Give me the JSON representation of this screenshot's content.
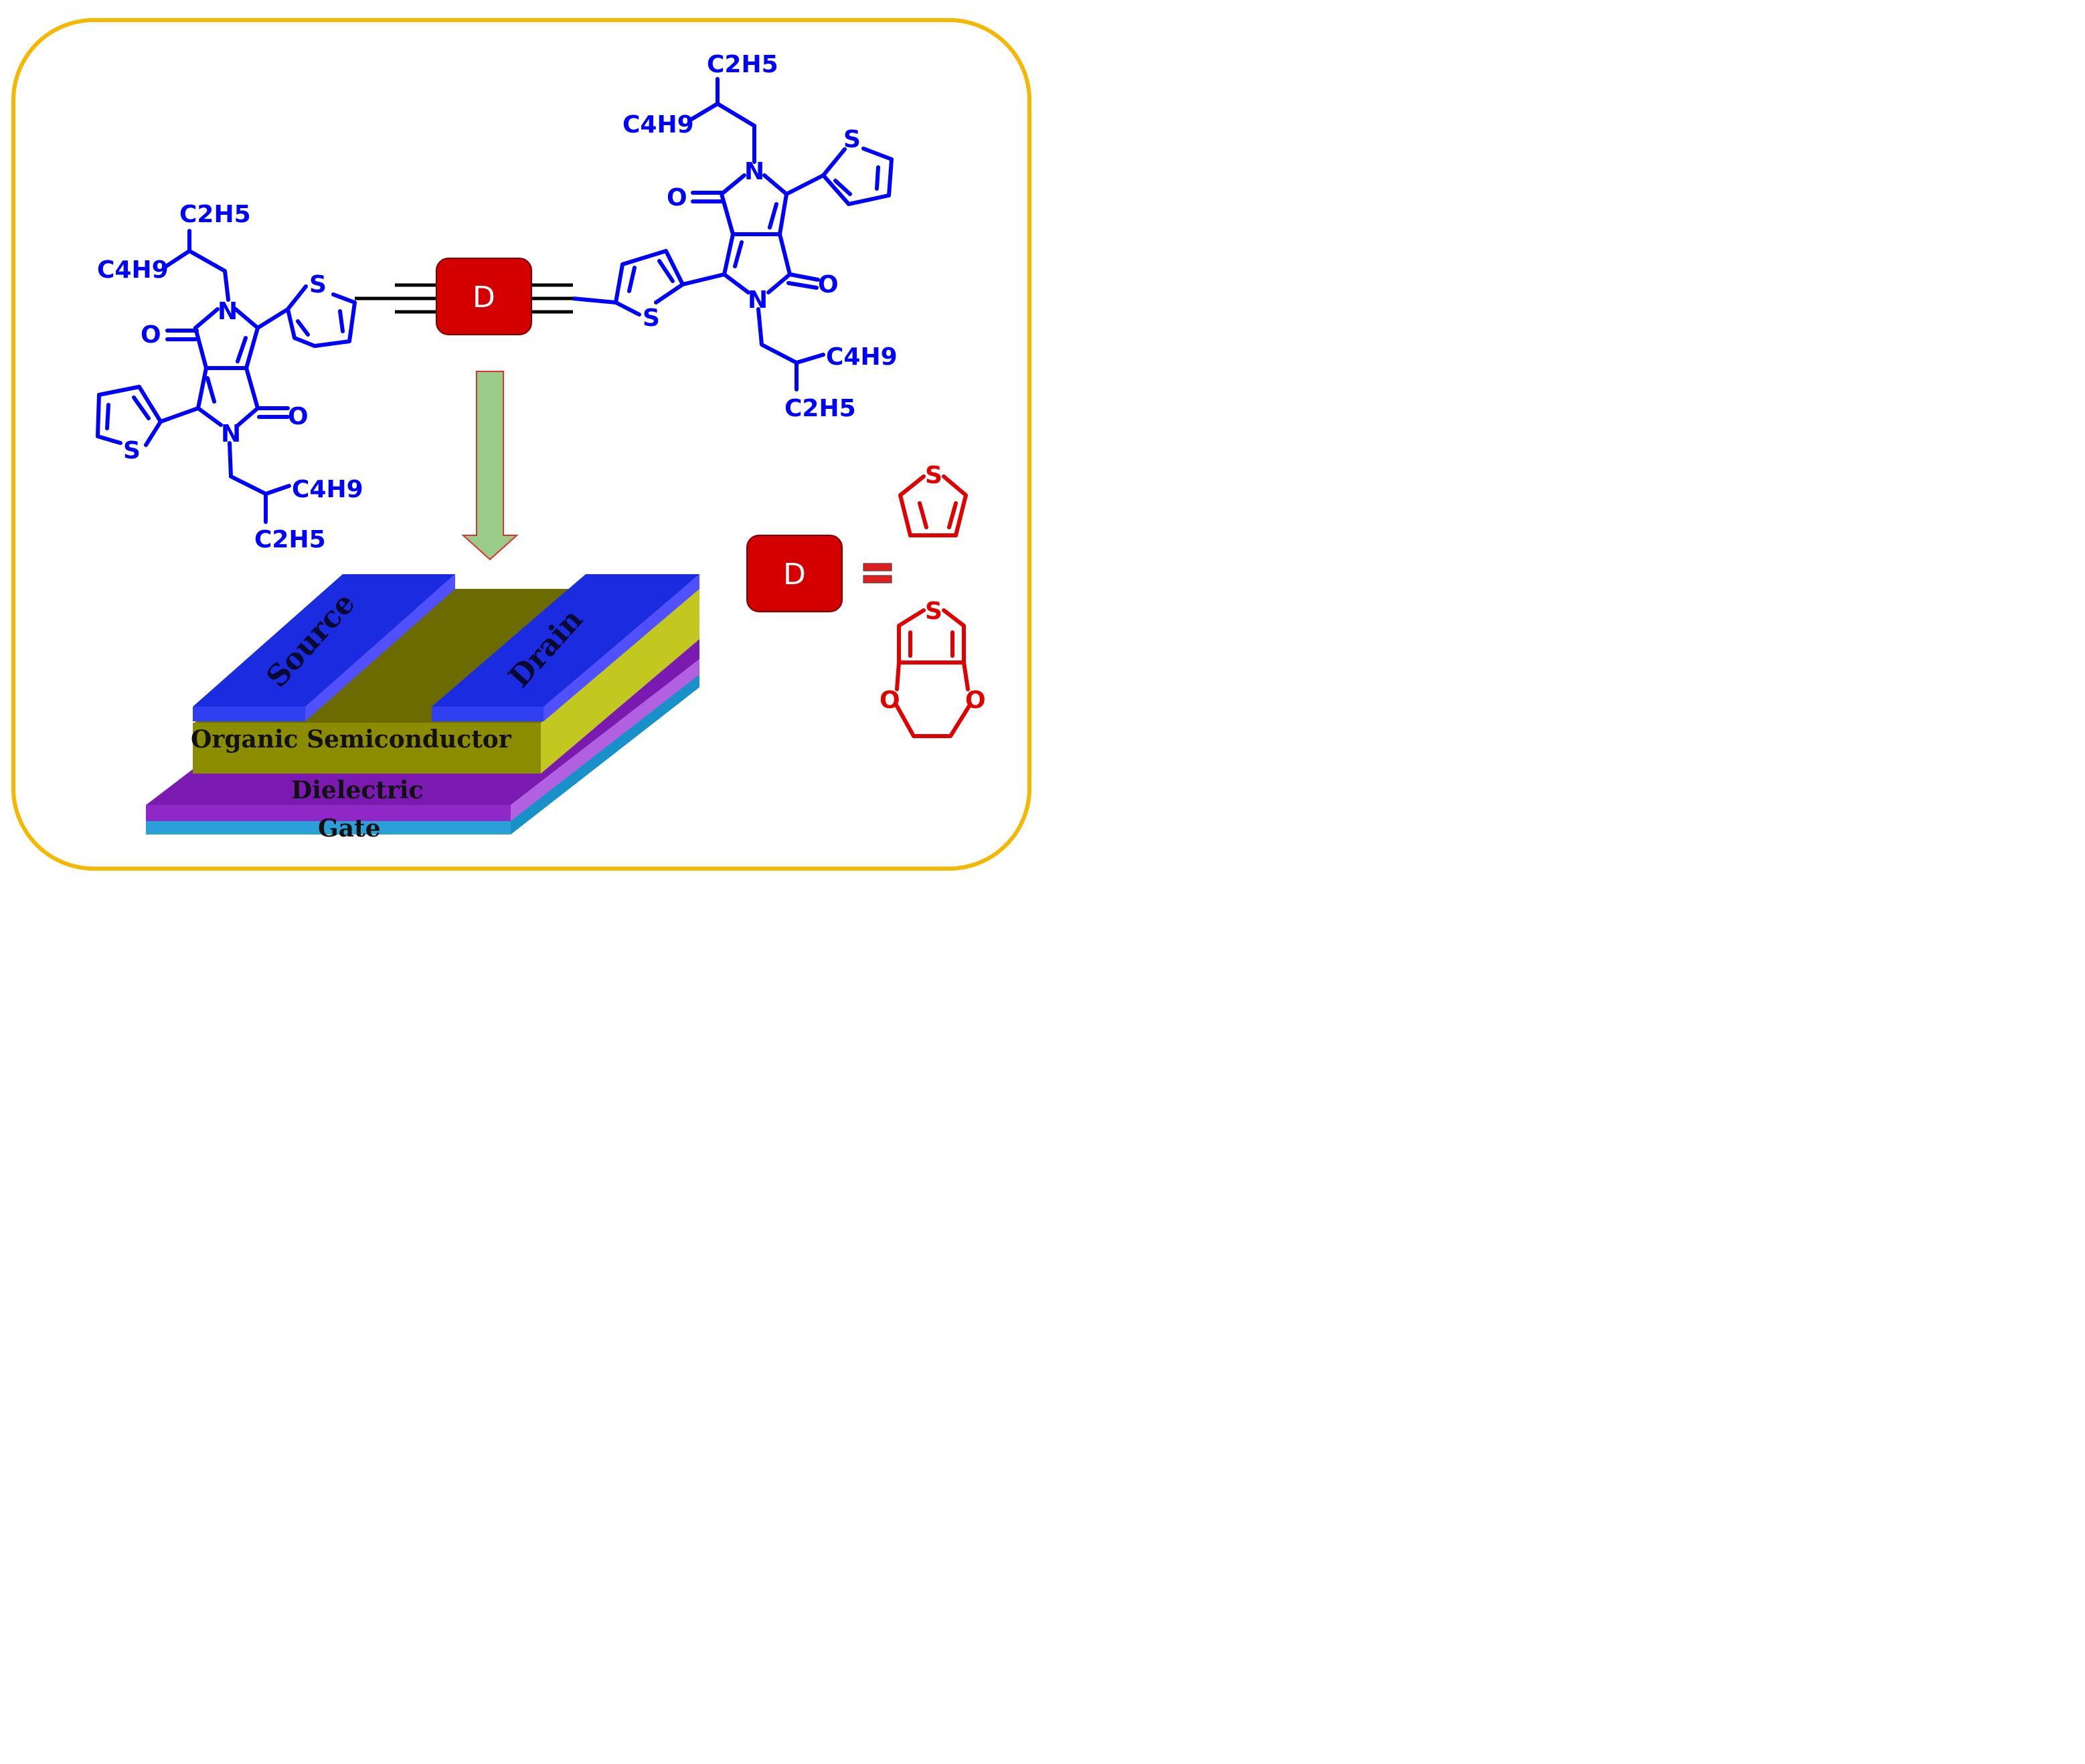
{
  "colors": {
    "frame": "#F5B800",
    "molecule": "#0000FF",
    "donor_box": "#D40000",
    "donor_ring": "#E00000",
    "arrow_fill": "#99CC88",
    "arrow_stroke": "#E03030",
    "electrode": "#1A2BE0",
    "semiconductor": "#8C8C00",
    "dielectric": "#8A20C0",
    "gate": "#2AA0D8"
  },
  "molecule": {
    "left_unit": {
      "c2h5_top": "C2H5",
      "c4h9_top": "C4H9",
      "n_top": "N",
      "o_left": "O",
      "o_right": "O",
      "n_bottom": "N",
      "s_thiophene_bridge": "S",
      "s_thiophene_end": "S",
      "c4h9_bottom": "C4H9",
      "c2h5_bottom": "C2H5"
    },
    "right_unit": {
      "c2h5_top": "C2H5",
      "c4h9_top": "C4H9",
      "n_top": "N",
      "o_left": "O",
      "o_right": "O",
      "n_bottom": "N",
      "s_thiophene_end": "S",
      "s_thiophene_bridge": "S",
      "c4h9_bottom": "C4H9",
      "c2h5_bottom": "C2H5"
    },
    "donor_label": "D"
  },
  "legend": {
    "donor_label": "D",
    "equals": "=",
    "thiophene_s": "S",
    "edot_s": "S",
    "edot_o_left": "O",
    "edot_o_right": "O"
  },
  "device": {
    "source": "Source",
    "drain": "Drain",
    "semiconductor": "Organic Semiconductor",
    "dielectric": "Dielectric",
    "gate": "Gate"
  }
}
